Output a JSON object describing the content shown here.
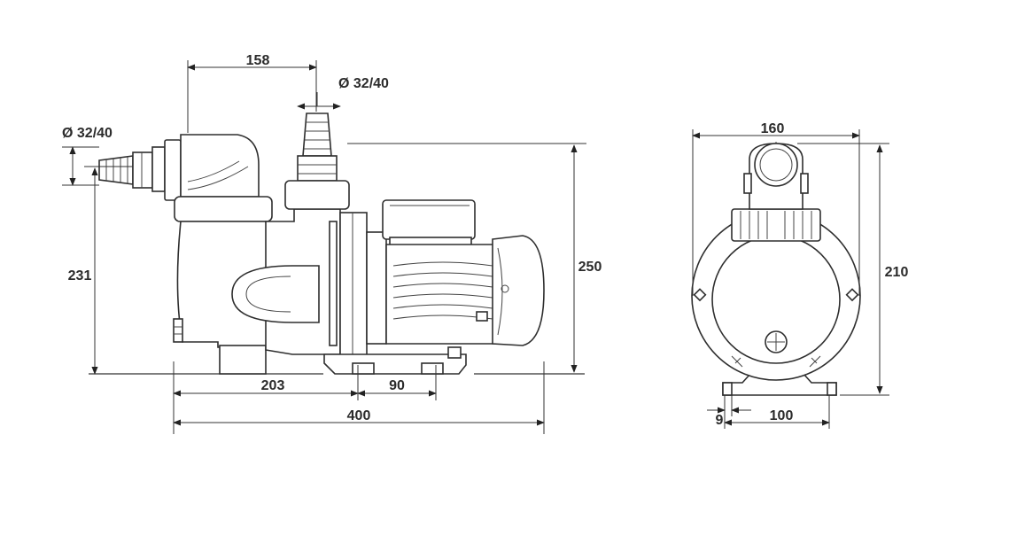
{
  "diagram": {
    "side_view": {
      "dim_top_width": "158",
      "dim_outlet_diameter": "Ø 32/40",
      "dim_inlet_diameter": "Ø 32/40",
      "dim_inlet_height": "231",
      "dim_total_height": "250",
      "dim_front_to_foot": "203",
      "dim_foot_spacing": "90",
      "dim_total_length": "400"
    },
    "front_view": {
      "dim_width": "160",
      "dim_height": "210",
      "dim_foot_offset": "9",
      "dim_foot_width": "100"
    }
  }
}
